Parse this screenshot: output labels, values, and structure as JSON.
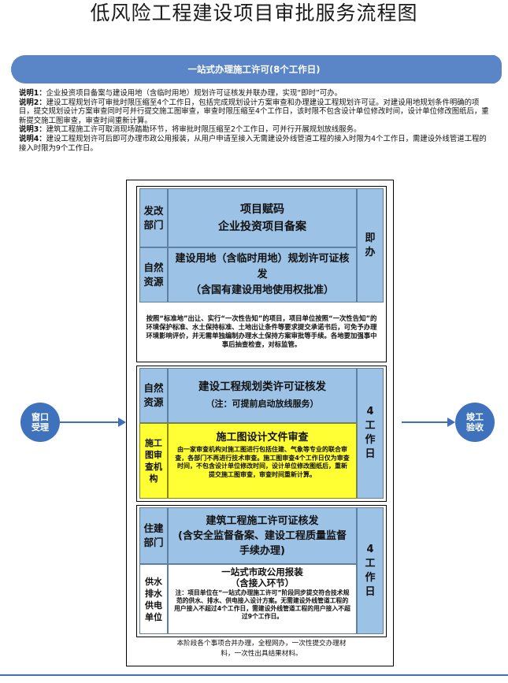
{
  "title": "低风险工程建设项目审批服务流程图",
  "banner": "一站式办理施工许可(8个工作日)",
  "notes": [
    {
      "label": "说明1：",
      "text": "企业投资项目备案与建设用地（含临时用地）规划许可证核发并联办理，实现“即时”可办。"
    },
    {
      "label": "说明2：",
      "text": "建设工程规划许可审批时限压缩至4个工作日，包括完成规划设计方案审查和办理建设工程规划许可证。对建设用地规划条件明确的项目，提交规划设计方案审查同时可并行提交施工图审查，审查时限压缩至4个工作日，该时限不包含设计单位修改时间，设计单位修改图纸后，重新提交施工图审查，审查时间重新计算。"
    },
    {
      "label": "说明3：",
      "text": "建筑工程施工许可取消现场踏勘环节，将审批时限压缩至2个工作日，可并行开展规划放线服务。"
    },
    {
      "label": "说明4：",
      "text": "建设工程规划许可后即可办理市政公用报装，从用户申请至接入无需建设外线管道工程的接入时限为4个工作日，需建设外线管道工程的接入时限为9个工作日。"
    }
  ],
  "left_node": "窗口受理",
  "right_node": "竣工验收",
  "stage1": {
    "dept1": "发改部门",
    "dept1_text1": "项目赋码",
    "dept1_text2": "企业投资项目备案",
    "dept2": "自然资源",
    "dept2_text1": "建设用地（含临时用地）规划许可证核发",
    "dept2_text2": "（含国有建设用地使用权批准）",
    "timing": "即办",
    "note": "按照“标准地”出让、实行“一次性告知”的项目，项目单位按照“一次性告知”的环境保护标准、水土保持标准、土地出让条件等要求提交承诺书后，可免予办理环境影响评价，并无需单独编制办理水土保持方案审批等手续。各地要加强事中事后抽查检查，对标监管。"
  },
  "stage2": {
    "dept1": "自然资源",
    "dept1_text1": "建设工程规划类许可证核发",
    "dept1_text2": "（注：可提前启动放线服务）",
    "dept2": "施工图审查机构",
    "dept2_text1": "施工图设计文件审查",
    "dept2_note": "由一家审查机构对施工图进行包括住建、气象等专业的联合审查，各部门不再进行技术审查。施工图审查4个工作日仅为审查时间，不包含设计单位修改时间，设计单位修改图纸后，重新提交施工图审查，审查时间重新计算。",
    "timing": "4工作日"
  },
  "stage3": {
    "dept1": "住建部门",
    "dept1_text1": "建筑工程施工许可证核发",
    "dept1_text2": "(含安全监督备案、建设工程质量监督手续办理)",
    "dept2": "供水排水供电单位",
    "dept2_text1": "一站式市政公用报装",
    "dept2_text2": "（含接入环节）",
    "dept2_note": "注：项目单位在“一站式办理施工许可”阶段同步提交符合技术规范的供水、排水、供电接入设计方案。无需建设外线管道工程的用户接入不超过4个工作日，需建设外线管道工程的用户接入不超过9个工作日。",
    "timing": "4工作日"
  },
  "footer": "本阶段各个事项合并办理，全程网办，一次性提交办理材料，一次性出具结果材料。",
  "colors": {
    "banner": "#5a85c7",
    "cell_blue": "#9cc2e5",
    "highlight": "#ffff33",
    "arrow": "#3e6fb8"
  }
}
